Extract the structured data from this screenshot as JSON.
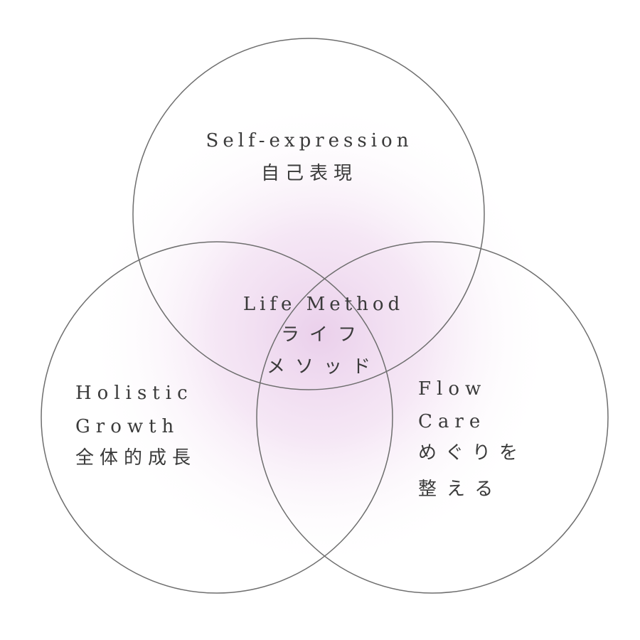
{
  "circles": [
    {
      "name": "self-expression"
    },
    {
      "name": "holistic-growth"
    },
    {
      "name": "flow-care"
    }
  ],
  "labels": {
    "self_expression_en": "Self-expression",
    "self_expression_jp": "自己表現",
    "life_method_en": "Life Method",
    "life_method_jp_1": "ライフ",
    "life_method_jp_2": "メソッド",
    "holistic_en_1": "Holistic",
    "holistic_en_2": "Growth",
    "holistic_jp": "全体的成長",
    "flow_en_1": "Flow",
    "flow_en_2": "Care",
    "flow_jp_1": "めぐりを",
    "flow_jp_2": "整える"
  },
  "colors": {
    "circle_stroke": "#6e6e6e",
    "center_glow": "#e9cdea",
    "text": "#3a3a3a"
  }
}
